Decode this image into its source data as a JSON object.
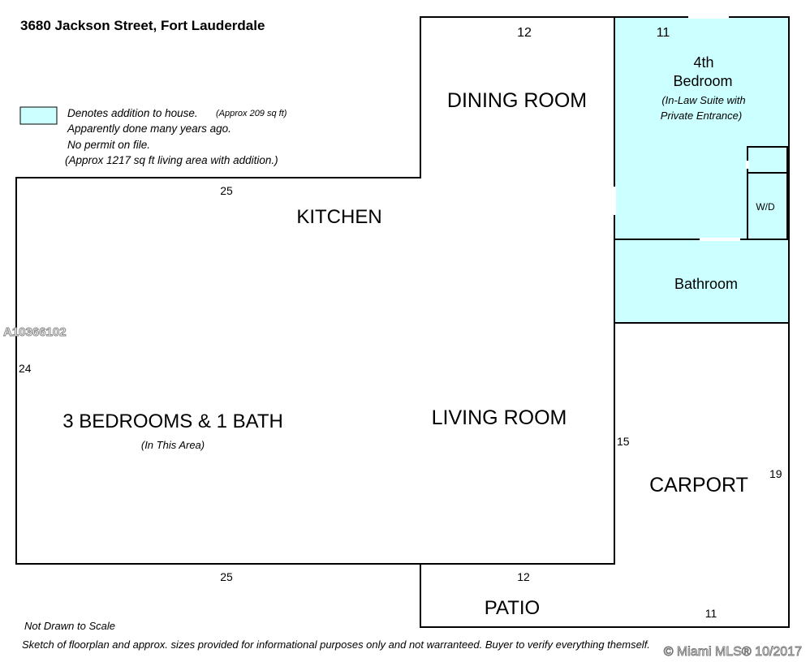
{
  "title": "3680 Jackson Street, Fort Lauderdale",
  "legend": {
    "line1": "Denotes addition to house.",
    "approx": "(Approx 209 sq ft)",
    "line2": "Apparently done many years ago.",
    "line3": "No permit on file.",
    "line4": "(Approx 1217 sq ft living area with addition.)"
  },
  "colors": {
    "addition_fill": "#ccffff",
    "wall": "#000000"
  },
  "rooms": {
    "dining": "DINING ROOM",
    "bedroom4_line1": "4th",
    "bedroom4_line2": "Bedroom",
    "bedroom4_note1": "(In-Law Suite with",
    "bedroom4_note2": "Private Entrance)",
    "wd": "W/D",
    "kitchen": "KITCHEN",
    "bathroom": "Bathroom",
    "bedrooms": "3 BEDROOMS & 1 BATH",
    "bedrooms_note": "(In This Area)",
    "living": "LIVING ROOM",
    "carport": "CARPORT",
    "patio": "PATIO"
  },
  "dimensions": {
    "dining_top": "12",
    "bedroom_top": "11",
    "main_top": "25",
    "main_left": "24",
    "main_bottom": "25",
    "living_right": "15",
    "carport_right": "19",
    "patio_top": "12",
    "patio_bottom": "11"
  },
  "mls_id": "A10366102",
  "footer": {
    "line1": "Not Drawn to Scale",
    "line2": "Sketch of floorplan and approx. sizes provided for informational purposes only and not warranteed.  Buyer to verify everything themself."
  },
  "watermark": "© Miami MLS® 10/2017"
}
